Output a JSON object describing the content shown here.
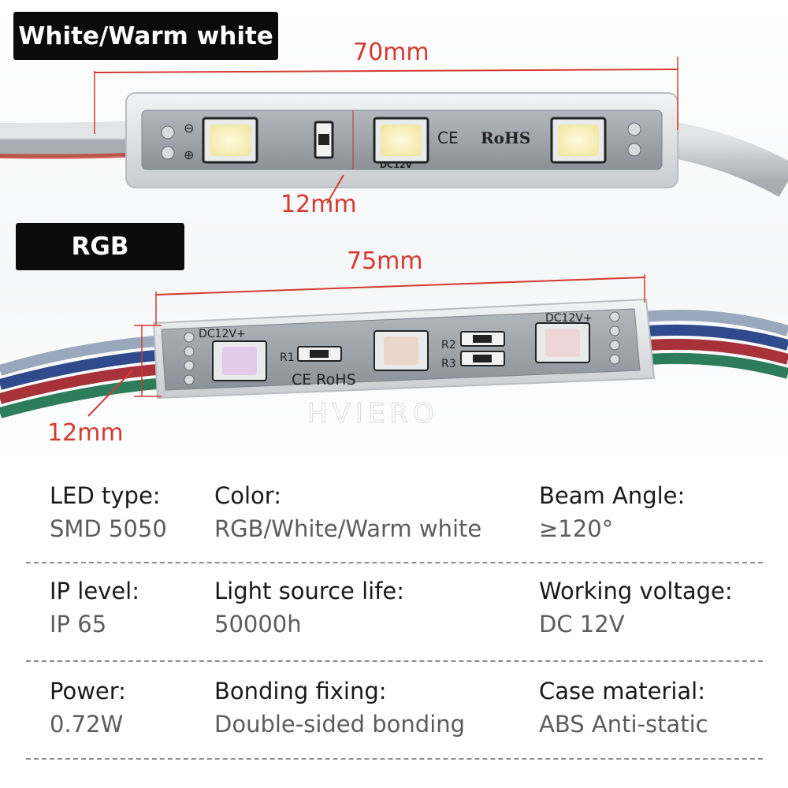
{
  "product_photo": {
    "white_tag": "White/Warm white",
    "rgb_tag": "RGB",
    "white_length": "70mm",
    "white_width": "12mm",
    "rgb_length": "75mm",
    "rgb_width": "12mm",
    "white_module": {
      "ce": "CE",
      "rohs": "RoHS",
      "voltage": "DC12V",
      "minus": "⊖",
      "plus": "⊕"
    },
    "rgb_module": {
      "voltage_left": "DC12V+",
      "voltage_right": "DC12V+",
      "r1": "R1",
      "r2": "R2",
      "r3": "R3",
      "ce_rohs": "CE RoHS"
    },
    "watermark": "HVIERO",
    "colors": {
      "dimension_red": "#d43a31",
      "tag_black": "#0b0b0b",
      "led_white": "#fff6c8",
      "pcb": "#9aa0a6"
    }
  },
  "specs": [
    [
      {
        "label": "LED type:",
        "value": "SMD 5050"
      },
      {
        "label": "Color:",
        "value": "RGB/White/Warm white"
      },
      {
        "label": "Beam Angle:",
        "value": "≥120°"
      }
    ],
    [
      {
        "label": "IP level:",
        "value": "IP 65"
      },
      {
        "label": "Light source life:",
        "value": "50000h"
      },
      {
        "label": "Working voltage:",
        "value": "DC 12V"
      }
    ],
    [
      {
        "label": "Power:",
        "value": "0.72W"
      },
      {
        "label": "Bonding fixing:",
        "value": "Double-sided bonding"
      },
      {
        "label": "Case material:",
        "value": "ABS Anti-static"
      }
    ]
  ]
}
